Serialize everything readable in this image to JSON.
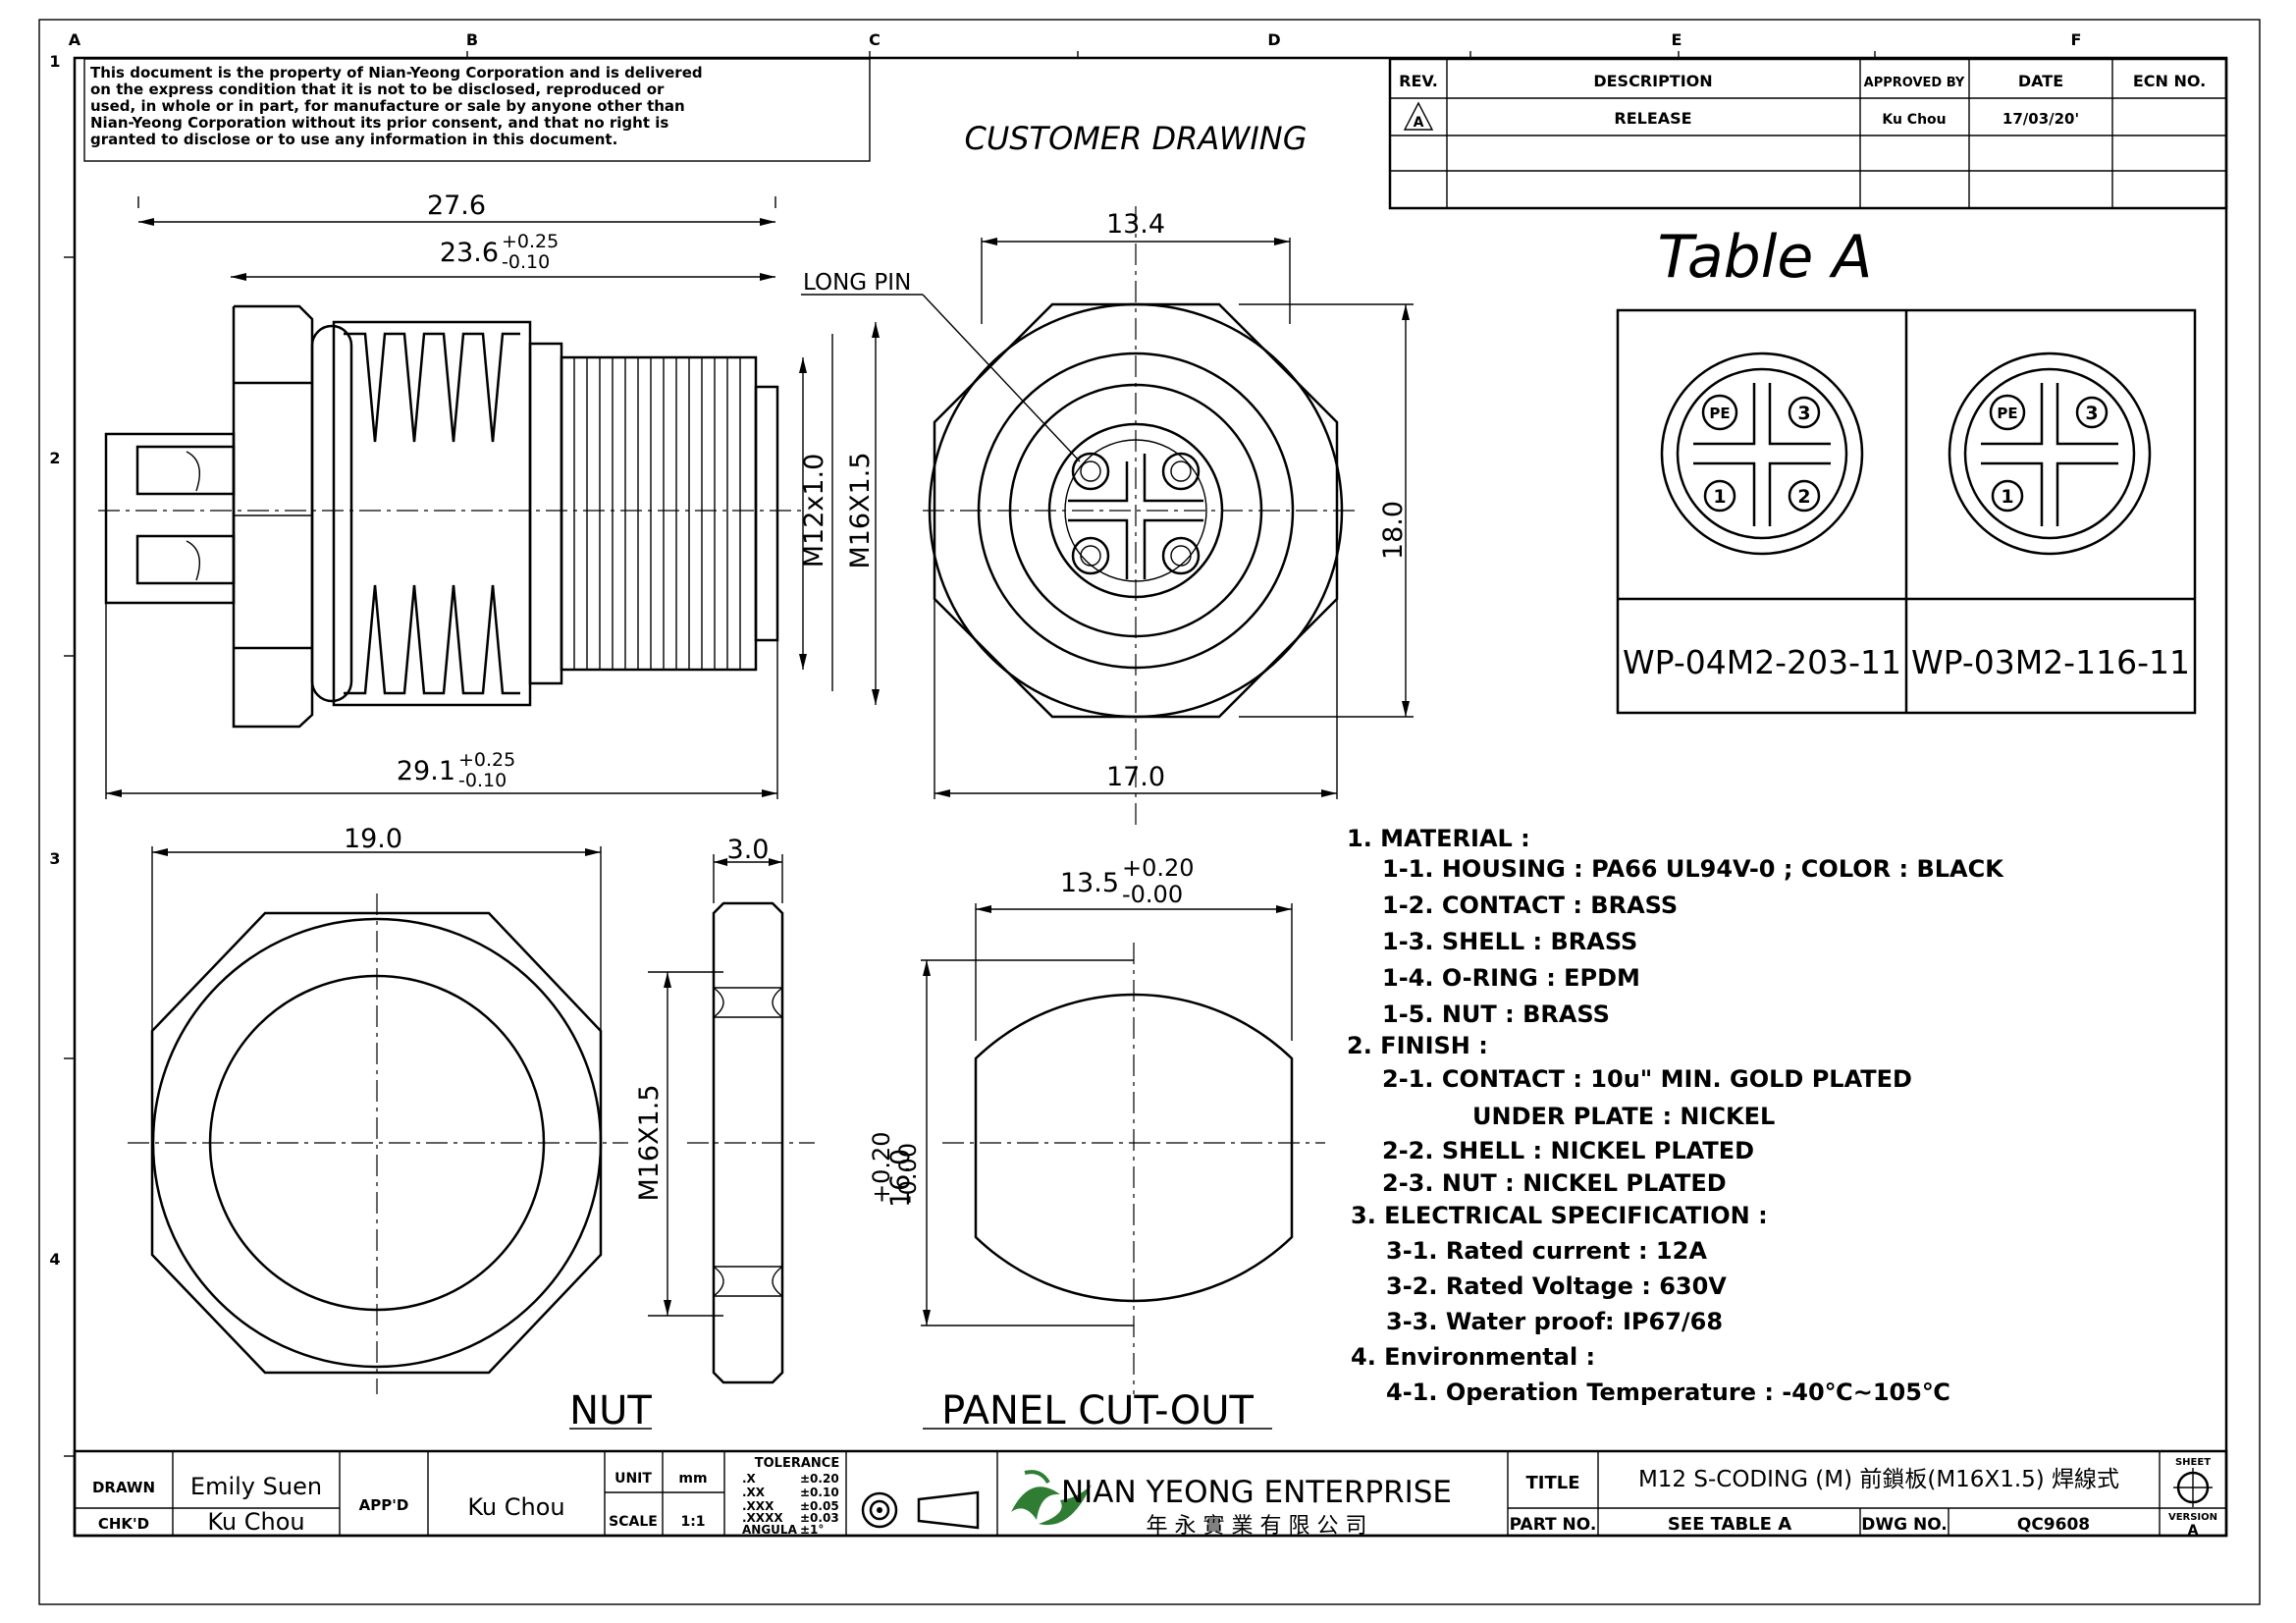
{
  "border": {
    "columns": [
      "A",
      "B",
      "C",
      "D",
      "E",
      "F"
    ],
    "rows": [
      "1",
      "2",
      "3",
      "4"
    ]
  },
  "disclaimer": {
    "lines": [
      "This document is the property of Nian-Yeong Corporation and is delivered",
      "on  the  express condition that it is not to be disclosed, reproduced or",
      "used, in whole or in part, for manufacture or sale by anyone other than",
      "Nian-Yeong Corporation without  its prior consent, and that  no right  is",
      "granted to disclose or to use any information in this  document."
    ]
  },
  "drawing_title": "CUSTOMER  DRAWING",
  "revision_table": {
    "headers": [
      "REV.",
      "DESCRIPTION",
      "APPROVED BY",
      "DATE",
      "ECN NO."
    ],
    "rows": [
      [
        "A",
        "RELEASE",
        "Ku Chou",
        "17/03/20'",
        ""
      ],
      [
        "",
        "",
        "",
        "",
        ""
      ],
      [
        "",
        "",
        "",
        "",
        ""
      ]
    ]
  },
  "side_view": {
    "dim_overall": "27.6",
    "dim_body": "23.6",
    "dim_body_tol_plus": "+0.25",
    "dim_body_tol_minus": "-0.10",
    "dim_bottom": "29.1",
    "dim_bottom_tol_plus": "+0.25",
    "dim_bottom_tol_minus": "-0.10",
    "thread_inner": "M12x1.0",
    "thread_outer": "M16X1.5"
  },
  "front_view": {
    "dim_top": "13.4",
    "dim_height": "18.0",
    "dim_bottom": "17.0",
    "callout": "LONG PIN"
  },
  "table_a": {
    "title": "Table  A",
    "parts": [
      {
        "pn": "WP-04M2-203-11",
        "pins": [
          "PE",
          "3",
          "1",
          "2"
        ]
      },
      {
        "pn": "WP-03M2-116-11",
        "pins": [
          "PE",
          "3",
          "1"
        ]
      }
    ]
  },
  "nut_view": {
    "dim_width": "19.0",
    "dim_thickness": "3.0",
    "thread": "M16X1.5",
    "label": "NUT"
  },
  "cutout_view": {
    "dim_width": "13.5",
    "dim_width_tol_plus": "+0.20",
    "dim_width_tol_minus": "-0.00",
    "dim_height": "16.0",
    "dim_height_tol_plus": "+0.20",
    "dim_height_tol_minus": "-0.00",
    "label": "PANEL  CUT-OUT"
  },
  "specs": [
    "1. MATERIAL :",
    "1-1. HOUSING : PA66  UL94V-0 ; COLOR : BLACK",
    "1-2. CONTACT : BRASS",
    "1-3. SHELL : BRASS",
    "1-4. O-RING : EPDM",
    "1-5. NUT : BRASS",
    "2. FINISH :",
    "2-1. CONTACT : 10u\" MIN. GOLD PLATED",
    "UNDER PLATE : NICKEL",
    "2-2. SHELL : NICKEL PLATED",
    "2-3. NUT : NICKEL PLATED",
    "3. ELECTRICAL SPECIFICATION :",
    "3-1. Rated current : 12A",
    "3-2. Rated Voltage : 630V",
    "3-3. Water proof: IP67/68",
    "4. Environmental :",
    "4-1. Operation Temperature : -40℃~105℃"
  ],
  "title_block": {
    "drawn_label": "DRAWN",
    "drawn_value": "Emily Suen",
    "chkd_label": "CHK'D",
    "chkd_value": "Ku Chou",
    "appd_label": "APP'D",
    "appd_value": "Ku Chou",
    "unit_label": "UNIT",
    "unit_value": "mm",
    "scale_label": "SCALE",
    "scale_value": "1:1",
    "tolerance_title": "TOLERANCE",
    "tolerance_rows": [
      [
        ".X",
        "±0.20"
      ],
      [
        ".XX",
        "±0.10"
      ],
      [
        ".XXX",
        "±0.05"
      ],
      [
        ".XXXX",
        "±0.03"
      ],
      [
        "ANGULA",
        "±1°"
      ]
    ],
    "company_en": "NIAN YEONG ENTERPRISE",
    "company_zh": "年 永 實 業 有 限 公 司",
    "title_label": "TITLE",
    "title_value": "M12  S-CODING  (M)  前鎖板(M16X1.5)  焊線式",
    "part_label": "PART NO.",
    "part_value": "SEE  TABLE  A",
    "dwg_label": "DWG NO.",
    "dwg_value": "QC9608",
    "sheet_label": "SHEET",
    "version_label": "VERSION",
    "version_value": "A"
  }
}
